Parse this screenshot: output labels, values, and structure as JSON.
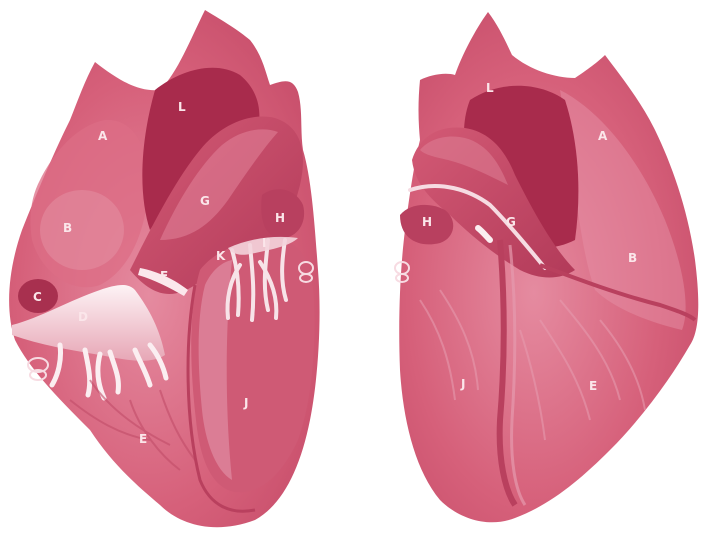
{
  "figure": {
    "left_heart": {
      "labels": {
        "A": "A",
        "B": "B",
        "C": "C",
        "D": "D",
        "E": "E",
        "F": "F",
        "G": "G",
        "H": "H",
        "I": "I",
        "J": "J",
        "K": "K",
        "L": "L"
      }
    },
    "right_heart": {
      "labels": {
        "L": "L",
        "A": "A",
        "H": "H",
        "G": "G",
        "B": "B",
        "J": "J",
        "E": "E"
      }
    }
  },
  "colors": {
    "heart_base": "#d6607a",
    "heart_dark": "#b23a59",
    "heart_deep": "#a32a4b",
    "heart_light": "#e9a0b2",
    "heart_pale": "#f6dbe2",
    "label": "#fbe6ea"
  }
}
